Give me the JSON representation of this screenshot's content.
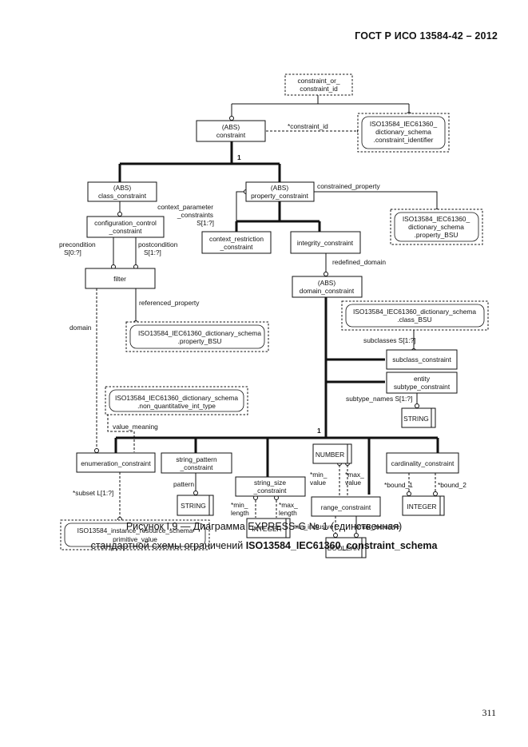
{
  "header": {
    "standard": "ГОСТ Р ИСО 13584-42 – 2012"
  },
  "diagram": {
    "boxes": {
      "constraint_or_id_1": "constraint_or_",
      "constraint_or_id_2": "constraint_id",
      "constraint_1": "(ABS)",
      "constraint_2": "constraint",
      "constraint_identifier_1": "ISO13584_IEC61360_",
      "constraint_identifier_2": "dictionary_schema",
      "constraint_identifier_3": ".constraint_identifier",
      "class_constraint_1": "(ABS)",
      "class_constraint_2": "class_constraint",
      "property_constraint_1": "(ABS)",
      "property_constraint_2": "property_constraint",
      "property_bsu_top_1": "ISO13584_IEC61360_",
      "property_bsu_top_2": "dictionary_schema",
      "property_bsu_top_3": ".property_BSU",
      "configuration_control_1": "configuration_control",
      "configuration_control_2": "_constraint",
      "context_restriction_1": "context_restriction",
      "context_restriction_2": "_constraint",
      "integrity_constraint": "integrity_constraint",
      "filter": "filter",
      "domain_constraint_1": "(ABS)",
      "domain_constraint_2": "domain_constraint",
      "class_bsu_1": "ISO13584_IEC61360_dictionary_schema",
      "class_bsu_2": ".class_BSU",
      "property_bsu_mid_1": "ISO13584_IEC61360_dictionary_schema",
      "property_bsu_mid_2": ".property_BSU",
      "subclass_constraint": "subclass_constraint",
      "entity_subtype_1": "entity",
      "entity_subtype_2": "subtype_constraint",
      "string_subtype": "STRING",
      "non_quantitative_1": "ISO13584_IEC61360_dictionary_schema",
      "non_quantitative_2": ".non_quantitative_int_type",
      "number": "NUMBER",
      "enumeration_constraint": "enumeration_constraint",
      "string_pattern_1": "string_pattern",
      "string_pattern_2": "_constraint",
      "string_size_1": "string_size",
      "string_size_2": "_constraint",
      "range_constraint": "range_constraint",
      "cardinality_constraint": "cardinality_constraint",
      "string_pattern_type": "STRING",
      "integer_size": "INTEGER",
      "integer_card": "INTEGER",
      "boolean": "BOOLEAN",
      "primitive_value_1": "ISO13584_instance_resource_schema",
      "primitive_value_2": "primitive_value"
    },
    "labels": {
      "constraint_id": "*constraint_id",
      "one_top": "1",
      "constrained_property": "constrained_property",
      "context_parameter_1": "context_parameter",
      "context_parameter_2": "_constraints",
      "context_parameter_3": "S[1:?]",
      "precondition_1": "precondition",
      "precondition_2": "S[0:?]",
      "postcondition_1": "postcondition",
      "postcondition_2": "S[1:?]",
      "redefined_domain": "redefined_domain",
      "referenced_property": "referenced_property",
      "domain": "domain",
      "subclasses": "subclasses S[1:?]",
      "subtype_names": "subtype_names S[1:?]",
      "value_meaning": "value_meaning",
      "one_bottom": "1",
      "pattern": "pattern",
      "min_length_1": "*min_",
      "min_length_2": "length",
      "max_length_1": "*max_",
      "max_length_2": "length",
      "min_value_1": "*min_",
      "min_value_2": "value",
      "max_value_1": "*max_",
      "max_value_2": "value",
      "bound_1": "*bound_1",
      "bound_2": "*bound_2",
      "min_inclusive": "min_inclusive",
      "max_inclusive": "max_inclusive",
      "subset": "*subset L[1:?]"
    }
  },
  "caption": {
    "line1": "Рисунок I.9 — Диаграмма EXPRESS-G № 1 (единственная)",
    "line2_prefix": "стандартной схемы ограничений ",
    "line2_bold": "ISO13584_IEC61360_constraint_schema"
  },
  "page_number": "311"
}
